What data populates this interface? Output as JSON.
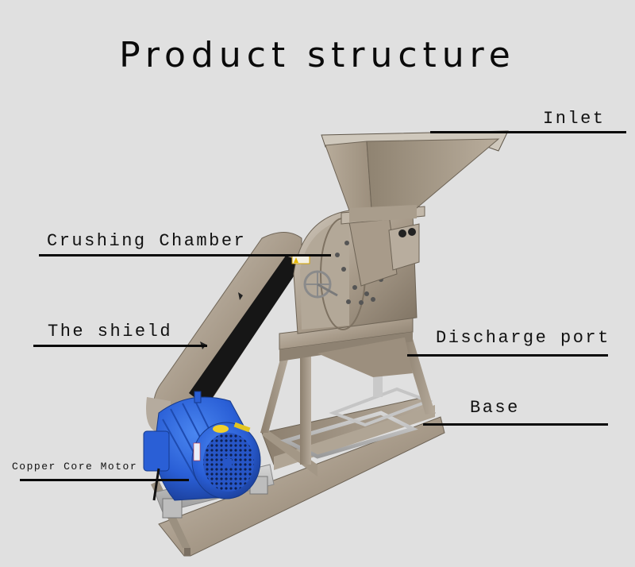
{
  "page": {
    "title": "Product structure",
    "background": "#e0e0e0"
  },
  "labels": {
    "inlet": "Inlet",
    "crushing_chamber": "Crushing Chamber",
    "shield": "The shield",
    "discharge_port": "Discharge port",
    "base": "Base",
    "motor": "Copper Core Motor"
  },
  "colors": {
    "motor_blue": "#2a5fd6",
    "stainless": "#a79a8a",
    "text": "#0a0a0a"
  }
}
